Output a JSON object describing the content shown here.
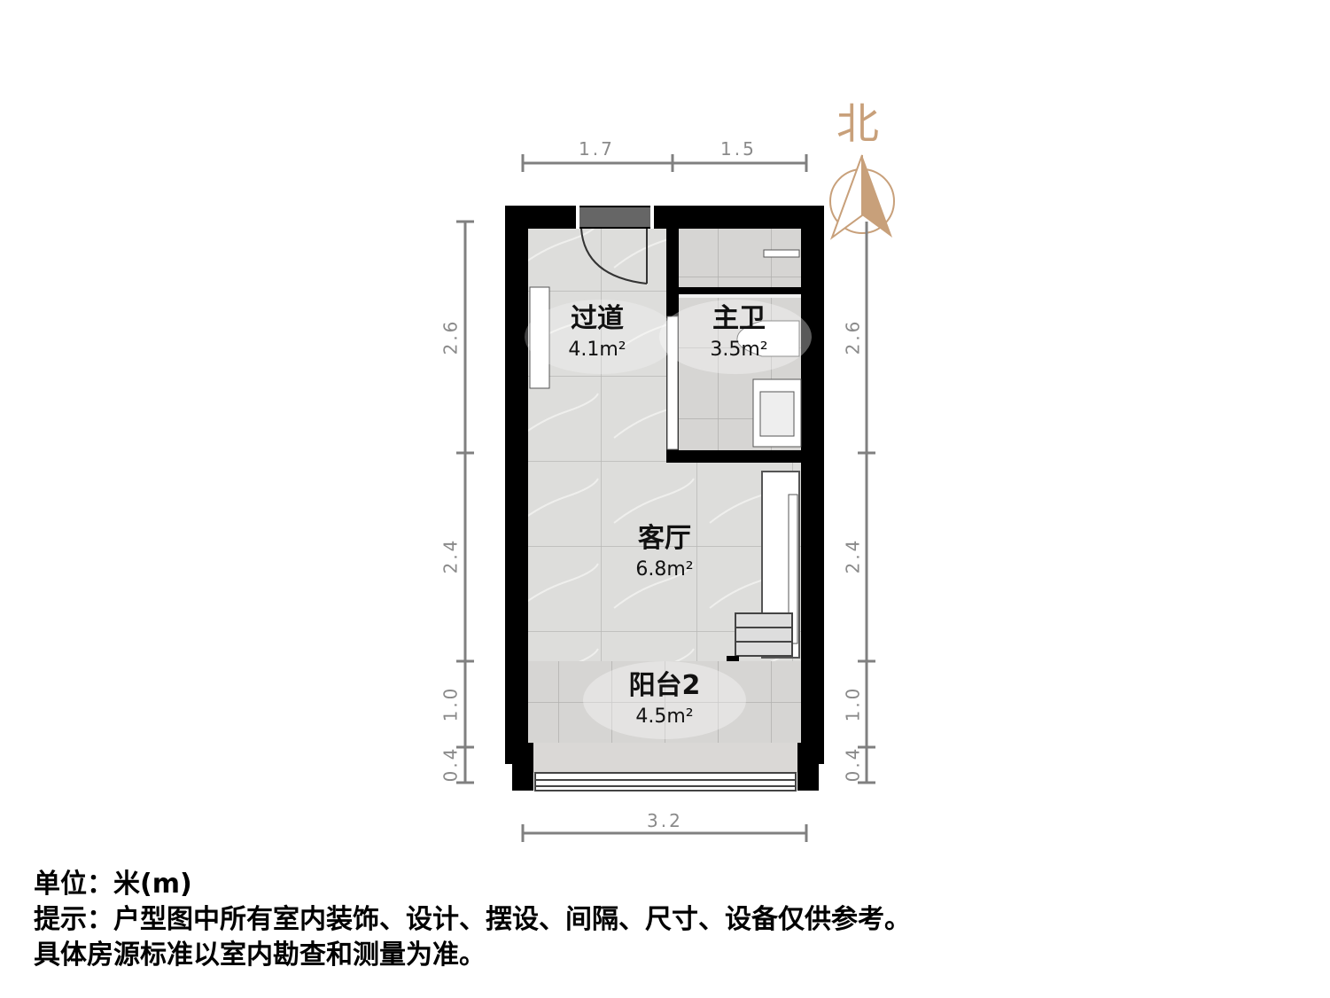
{
  "compass": {
    "label": "北",
    "color": "#c8a07a"
  },
  "dimensions": {
    "top": [
      {
        "label": "1.7"
      },
      {
        "label": "1.5"
      }
    ],
    "bottom": [
      {
        "label": "3.2"
      }
    ],
    "left": [
      {
        "label": "2.6"
      },
      {
        "label": "2.4"
      },
      {
        "label": "1.0"
      },
      {
        "label": "0.4"
      }
    ],
    "right": [
      {
        "label": "2.6"
      },
      {
        "label": "2.4"
      },
      {
        "label": "1.0"
      },
      {
        "label": "0.4"
      }
    ]
  },
  "rooms": [
    {
      "name": "过道",
      "area": "4.1m²"
    },
    {
      "name": "主卫",
      "area": "3.5m²"
    },
    {
      "name": "客厅",
      "area": "6.8m²"
    },
    {
      "name": "阳台2",
      "area": "4.5m²"
    }
  ],
  "notes": {
    "unit": "单位：米(m)",
    "hint": "提示：户型图中所有室内装饰、设计、摆设、间隔、尺寸、设备仅供参考。",
    "disclaimer": "具体房源标准以室内勘查和测量为准。"
  },
  "colors": {
    "wall": "#000000",
    "floor": "#dcdcda",
    "dim_line": "#808080"
  }
}
